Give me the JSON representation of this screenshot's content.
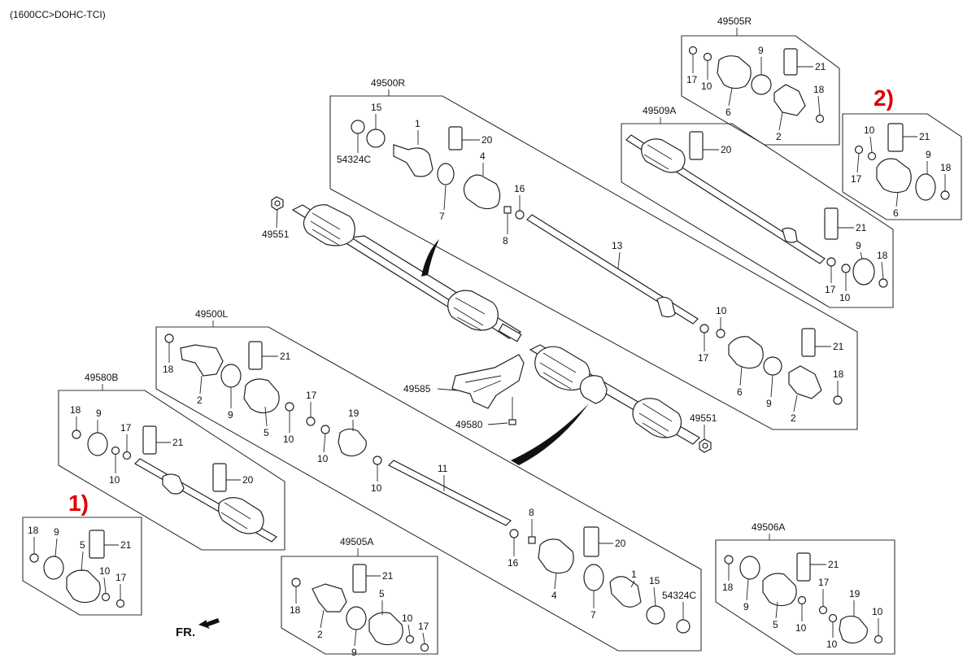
{
  "diagram": {
    "engine_note": "(1600CC>DOHC-TCI)",
    "direction_label": "FR.",
    "callouts": [
      "1)",
      "2)"
    ],
    "accent_color": "#e00000",
    "assemblies": {
      "front_right_shaft": "49500R",
      "front_left_shaft": "49500L",
      "inner_joint_kit_rh": "49505R",
      "outer_joint_kit_rh": "49509A",
      "outer_joint_kit_lh": "49580B",
      "inner_joint_kit_lh": "49505A",
      "boot_kit": "49506A",
      "bracket": "49585",
      "bracket_bolt": "49580",
      "nut_upper": "49551",
      "nut_lower": "49551"
    },
    "labels": {
      "ring_54324C": "54324C",
      "one": "1",
      "two": "2",
      "four": "4",
      "five": "5",
      "six": "6",
      "seven": "7",
      "eight": "8",
      "nine": "9",
      "ten": "10",
      "eleven": "11",
      "thirteen": "13",
      "fifteen": "15",
      "sixteen": "16",
      "seventeen": "17",
      "eighteen": "18",
      "nineteen": "19",
      "twenty": "20",
      "twentyone": "21"
    }
  }
}
